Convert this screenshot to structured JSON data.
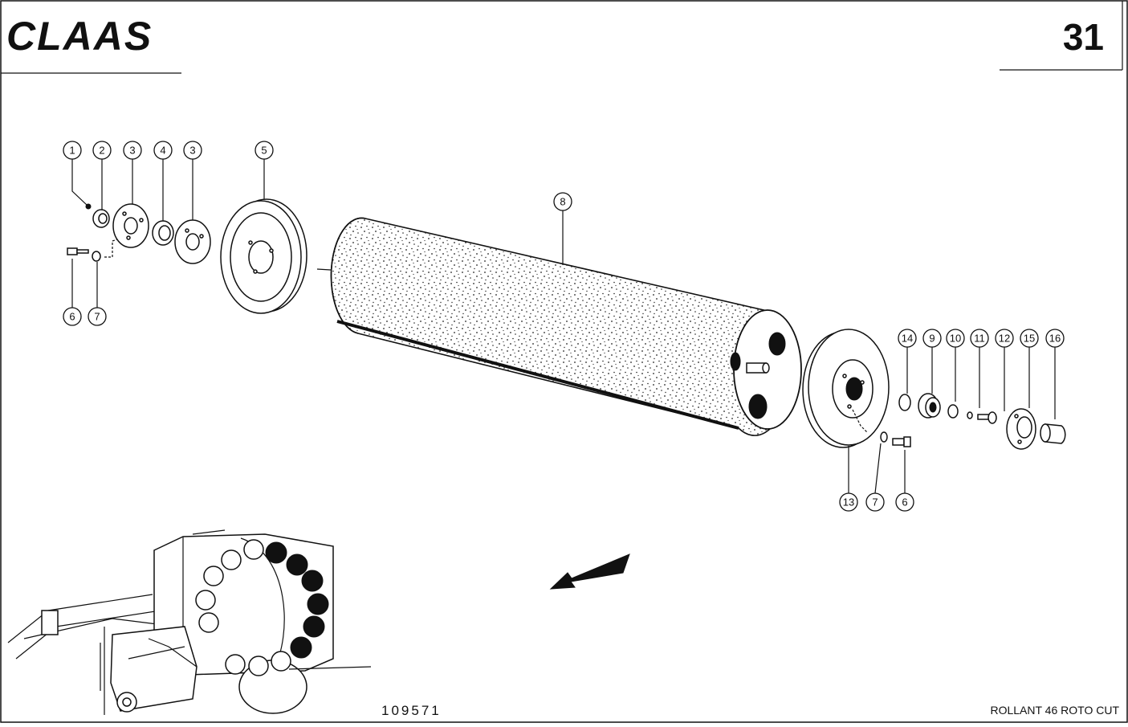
{
  "header": {
    "brand": "CLAAS",
    "page_number": "31"
  },
  "diagram": {
    "callouts_left_top": [
      "1",
      "2",
      "3",
      "4",
      "3",
      "5"
    ],
    "callouts_left_bottom": [
      "6",
      "7"
    ],
    "callout_main": "8",
    "callouts_right_top": [
      "14",
      "9",
      "10",
      "11",
      "12",
      "15",
      "16"
    ],
    "callouts_right_bottom": [
      "13",
      "7",
      "6"
    ]
  },
  "footer": {
    "drawing_number": "109571",
    "model": "ROLLANT 46 ROTO CUT"
  }
}
